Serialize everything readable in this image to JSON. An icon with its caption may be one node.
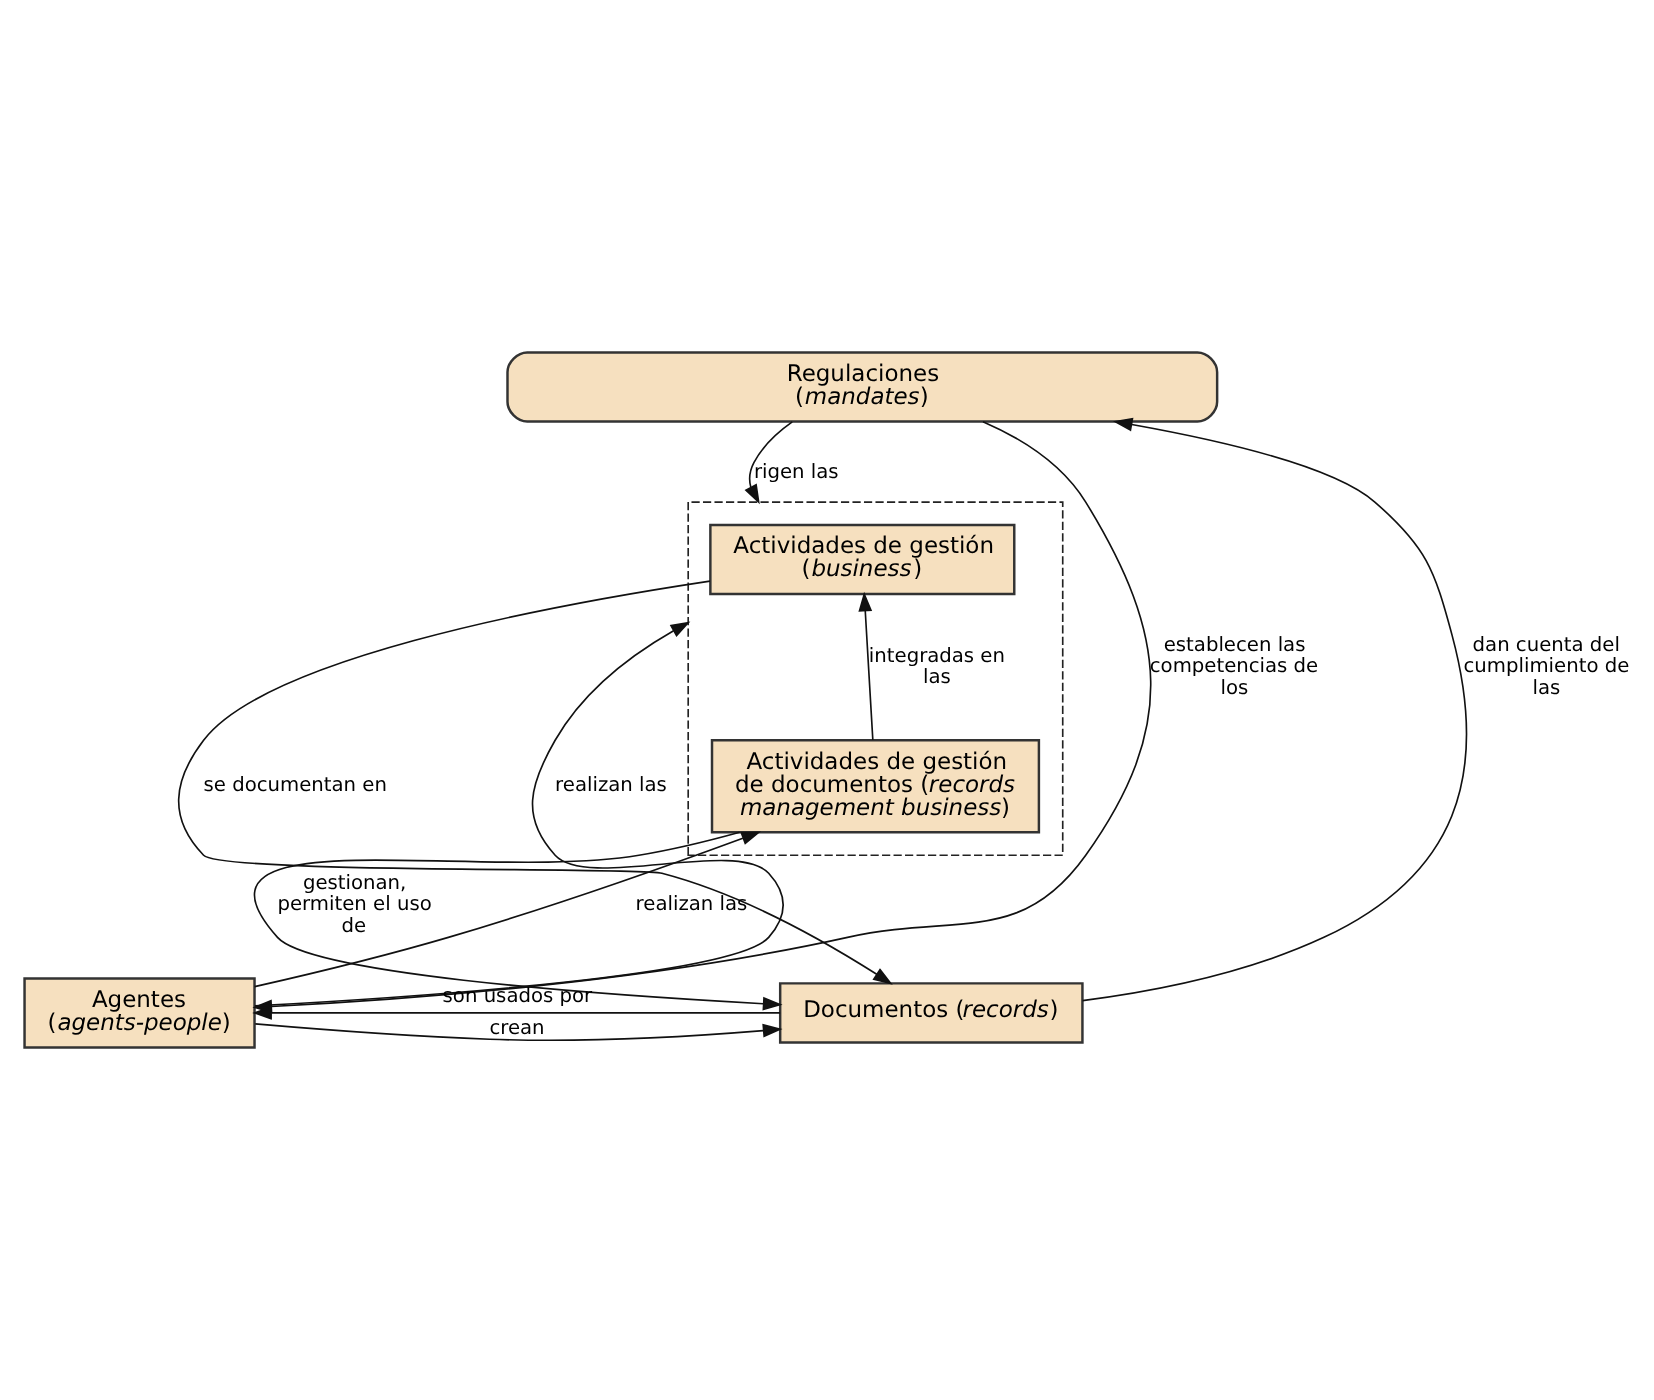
{
  "diagram": {
    "nodes": [
      {
        "text": [
          "Regulaciones (*mandates*)"
        ]
      },
      {
        "text": [],
        "shape": "box"
      },
      {
        "text": [
          "Actividades de gestión (*business*)"
        ],
        "in": 1
      },
      {
        "text": [
          "Actividades de gestión de documentos (*records management business*)"
        ],
        "in": 1
      },
      {
        "text": [
          "Agentes (*agents-people*)"
        ]
      },
      {
        "text": [
          "Documentos (*records*)"
        ]
      }
    ],
    "edges": [
      {
        "from": 0,
        "to": 1,
        "arrow": "to",
        "label": "rigen las"
      },
      {
        "from": 0,
        "to": 4,
        "arrow": "to",
        "label": "establecen las competencias de los"
      },
      {
        "from": 4,
        "to": 1,
        "arrow": "to",
        "label": "realizan las"
      },
      {
        "from": 3,
        "to": 2,
        "arrow": "to",
        "label": "integradas en las"
      },
      {
        "from": 2,
        "to": 5,
        "arrow": "to",
        "label": "se documentan en"
      },
      {
        "from": 5,
        "to": 0,
        "arrow": "to",
        "label": "dan cuenta del cumplimiento de las"
      },
      {
        "from": 4,
        "to": 3,
        "arrow": "to",
        "label": "realizan las"
      },
      {
        "from": 3,
        "to": 5,
        "arrow": "to",
        "label": "gestionan, permiten el uso de"
      },
      {
        "from": 4,
        "to": 5,
        "arrow": "to",
        "label": "crean"
      },
      {
        "from": 5,
        "to": 4,
        "arrow": "to",
        "label": "son usados por"
      }
    ]
  }
}
